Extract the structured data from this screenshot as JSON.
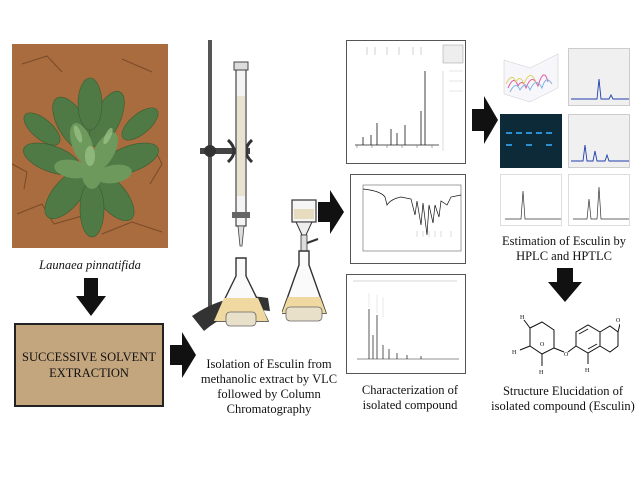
{
  "plant": {
    "species": "Launaea pinnatifida"
  },
  "steps": {
    "extraction": "SUCCESSIVE SOLVENT EXTRACTION",
    "isolation": "Isolation of Esculin from methanolic extract by VLC followed by Column Chromatography",
    "characterization": "Characterization of isolated compound",
    "estimation": "Estimation of Esculin by HPLC and HPTLC",
    "structure": "Structure Elucidation of isolated compound (Esculin)"
  },
  "structure_labels": {
    "atom_o": "O",
    "atom_h": "H"
  },
  "colors": {
    "soil": "#a86c3e",
    "leaf": "#4f7a45",
    "box_fill": "#c4a67e",
    "arrow": "#111111",
    "tlc_plate": "#0d2a38",
    "chromatogram_peak": "#1f3fae"
  }
}
